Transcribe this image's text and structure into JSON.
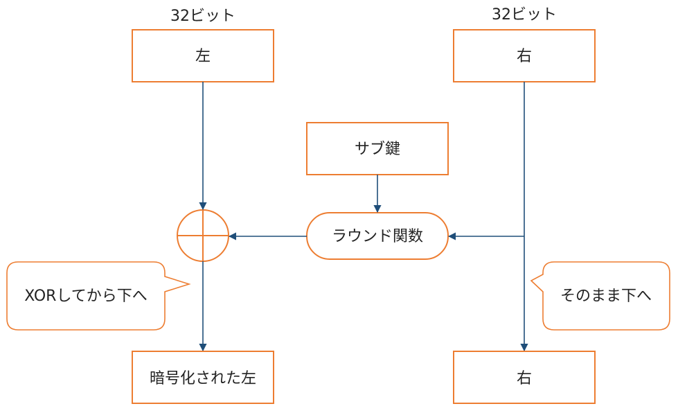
{
  "diagram": {
    "bit_label_left": "32ビット",
    "bit_label_right": "32ビット",
    "left_block": "左",
    "right_block": "右",
    "subkey": "サブ鍵",
    "round_function": "ラウンド関数",
    "callout_left": "XORしてから下へ",
    "callout_right": "そのまま下へ",
    "output_left": "暗号化された左",
    "output_right": "右"
  },
  "colors": {
    "box_border": "#ED7D31",
    "arrow": "#1F4E79",
    "text": "#222222"
  }
}
